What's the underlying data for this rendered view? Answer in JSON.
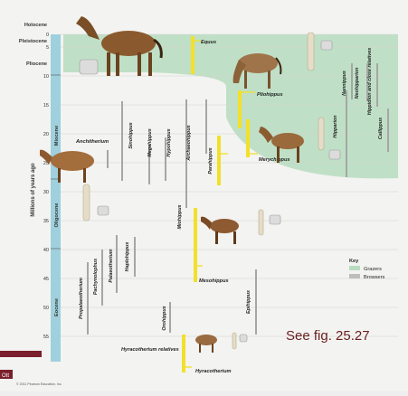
{
  "axis": {
    "label": "Millions of years ago",
    "ticks": [
      "0",
      "5",
      "10",
      "15",
      "20",
      "25",
      "30",
      "35",
      "40",
      "45",
      "50",
      "55"
    ]
  },
  "epochs": [
    {
      "name": "Holocene",
      "vertical": false
    },
    {
      "name": "Pleistocene",
      "vertical": false
    },
    {
      "name": "Pliocene",
      "vertical": false
    },
    {
      "name": "Miocene",
      "vertical": true
    },
    {
      "name": "Oligocene",
      "vertical": true
    },
    {
      "name": "Eocene",
      "vertical": true
    }
  ],
  "genera": {
    "equus": "Equus",
    "pliohippus": "Pliohippus",
    "merychippus": "Merychippus",
    "parahippus": "Parahippus",
    "anchitherium": "Anchitherium",
    "sinohippus": "Sinohippus",
    "megahippus": "Megahippus",
    "hypohippus": "Hypohippus",
    "archaeohippus": "Archaeohippus",
    "hipparion": "Hipparion",
    "neohipparion": "Neohipparion",
    "nannippus": "Nannippus",
    "hippidion": "Hippidion and close relatives",
    "callippus": "Callippus",
    "miohippus": "Miohippus",
    "mesohippus": "Mesohippus",
    "epihippus": "Epihippus",
    "propalaeotherium": "Propalaeotherium",
    "pachynolophus": "Pachynolophus",
    "palaeotherium": "Palaeotherium",
    "haplohippus": "Haplohippus",
    "orohippus": "Orohippus",
    "hyracotherium_relatives": "Hyracotherium relatives",
    "hyracotherium": "Hyracotherium"
  },
  "key": {
    "title": "Key",
    "items": [
      {
        "label": "Grazers",
        "color": "#b9dcc0"
      },
      {
        "label": "Browsers",
        "color": "#bdbdbd"
      }
    ]
  },
  "see_fig": "See fig. 25.27",
  "copyright": "© 2011 Pearson Education, Inc.",
  "corner_text": "Ott",
  "colors": {
    "grazer": "#bfe0c6",
    "browser": "#a6a6a6",
    "lineage": "#f2e02a",
    "timescale": "#9fd0dd",
    "maroon": "#7a1f2b"
  }
}
